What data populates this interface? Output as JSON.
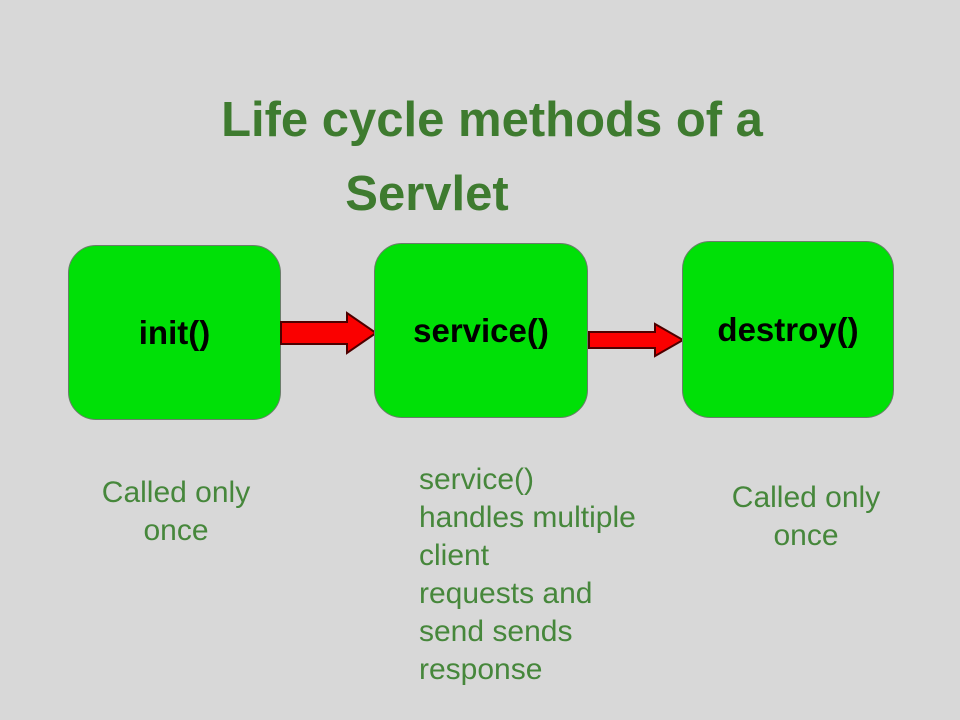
{
  "title": {
    "line1": "Life cycle methods of a",
    "line2": "Servlet"
  },
  "diagram": {
    "nodes": [
      {
        "id": "init",
        "label": "init()",
        "caption": "Called only\nonce"
      },
      {
        "id": "service",
        "label": "service()",
        "caption": "service()\nhandles multiple\nclient\nrequests and\nsend sends\nresponse"
      },
      {
        "id": "destroy",
        "label": "destroy()",
        "caption": "Called only\nonce"
      }
    ],
    "arrows": [
      {
        "id": "init-to-service",
        "direction": "right"
      },
      {
        "id": "service-to-destroy",
        "direction": "right"
      }
    ]
  },
  "colors": {
    "background": "#d8d8d8",
    "node_fill": "#00e007",
    "node_border": "#6b7d6b",
    "node_label_text": "#000000",
    "arrow_fill": "#fa0000",
    "arrow_outline": "#4d0000",
    "title_text": "#3e7b2f",
    "caption_text": "#46873b"
  }
}
